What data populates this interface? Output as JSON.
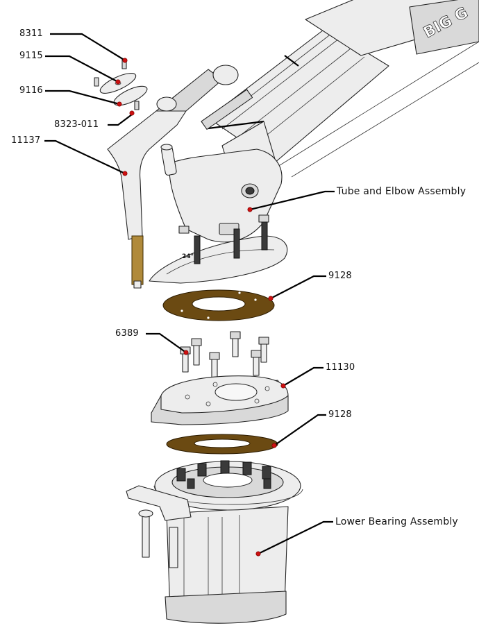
{
  "callouts": [
    {
      "id": "c8311",
      "label": "8311"
    },
    {
      "id": "c9115",
      "label": "9115"
    },
    {
      "id": "c9116",
      "label": "9116"
    },
    {
      "id": "c8323",
      "label": "8323-011"
    },
    {
      "id": "c11137",
      "label": "11137"
    },
    {
      "id": "ctube",
      "label": "Tube and Elbow Assembly"
    },
    {
      "id": "c9128a",
      "label": "9128"
    },
    {
      "id": "c6389",
      "label": "6389"
    },
    {
      "id": "c11130",
      "label": "11130"
    },
    {
      "id": "c9128b",
      "label": "9128"
    },
    {
      "id": "clower",
      "label": "Lower Bearing Assembly"
    }
  ],
  "markings": {
    "angle": "24°",
    "brand": "BIG G"
  },
  "colors": {
    "callout_dot": "#cc1111",
    "gasket": "#6b4a12",
    "line": "#000000"
  }
}
